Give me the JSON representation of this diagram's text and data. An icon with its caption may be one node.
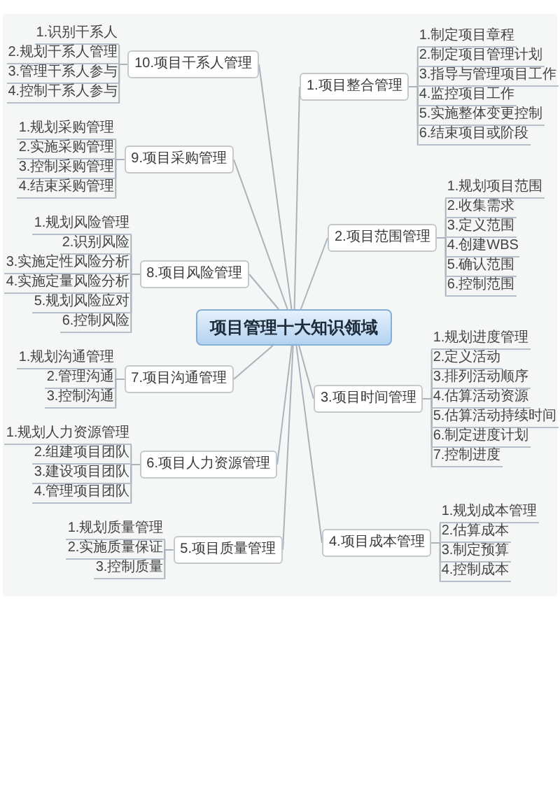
{
  "diagram": {
    "nodes": [
      {
        "text": [
          "项目管理十大知识领域"
        ]
      },
      {
        "text": [
          "1.项目整合管理"
        ]
      },
      {
        "text": [
          "1.制定项目章程"
        ]
      },
      {
        "text": [
          "2.制定项目管理计划"
        ]
      },
      {
        "text": [
          "3.指导与管理项目工作"
        ]
      },
      {
        "text": [
          "4.监控项目工作"
        ]
      },
      {
        "text": [
          "5.实施整体变更控制"
        ]
      },
      {
        "text": [
          "6.结束项目或阶段"
        ]
      },
      {
        "text": [
          "2.项目范围管理"
        ]
      },
      {
        "text": [
          "1.规划项目范围"
        ]
      },
      {
        "text": [
          "2.收集需求"
        ]
      },
      {
        "text": [
          "3.定义范围"
        ]
      },
      {
        "text": [
          "4.创建WBS"
        ]
      },
      {
        "text": [
          "5.确认范围"
        ]
      },
      {
        "text": [
          "6.控制范围"
        ]
      },
      {
        "text": [
          "3.项目时间管理"
        ]
      },
      {
        "text": [
          "1.规划进度管理"
        ]
      },
      {
        "text": [
          "2.定义活动"
        ]
      },
      {
        "text": [
          "3.排列活动顺序"
        ]
      },
      {
        "text": [
          "4.估算活动资源"
        ]
      },
      {
        "text": [
          "5.估算活动持续时间"
        ]
      },
      {
        "text": [
          "6.制定进度计划"
        ]
      },
      {
        "text": [
          "7.控制进度"
        ]
      },
      {
        "text": [
          "4.项目成本管理"
        ]
      },
      {
        "text": [
          "1.规划成本管理"
        ]
      },
      {
        "text": [
          "2.估算成本"
        ]
      },
      {
        "text": [
          "3.制定预算"
        ]
      },
      {
        "text": [
          "4.控制成本"
        ]
      },
      {
        "text": [
          "5.项目质量管理"
        ]
      },
      {
        "text": [
          "1.规划质量管理"
        ]
      },
      {
        "text": [
          "2.实施质量保证"
        ]
      },
      {
        "text": [
          "3.控制质量"
        ]
      },
      {
        "text": [
          "6.项目人力资源管理"
        ]
      },
      {
        "text": [
          "1.规划人力资源管理"
        ]
      },
      {
        "text": [
          "2.组建项目团队"
        ]
      },
      {
        "text": [
          "3.建设项目团队"
        ]
      },
      {
        "text": [
          "4.管理项目团队"
        ]
      },
      {
        "text": [
          "7.项目沟通管理"
        ]
      },
      {
        "text": [
          "1.规划沟通管理"
        ]
      },
      {
        "text": [
          "2.管理沟通"
        ]
      },
      {
        "text": [
          "3.控制沟通"
        ]
      },
      {
        "text": [
          "8.项目风险管理"
        ]
      },
      {
        "text": [
          "1.规划风险管理"
        ]
      },
      {
        "text": [
          "2.识别风险"
        ]
      },
      {
        "text": [
          "3.实施定性风险分析"
        ]
      },
      {
        "text": [
          "4.实施定量风险分析"
        ]
      },
      {
        "text": [
          "5.规划风险应对"
        ]
      },
      {
        "text": [
          "6.控制风险"
        ]
      },
      {
        "text": [
          "9.项目采购管理"
        ]
      },
      {
        "text": [
          "1.规划采购管理"
        ]
      },
      {
        "text": [
          "2.实施采购管理"
        ]
      },
      {
        "text": [
          "3.控制采购管理"
        ]
      },
      {
        "text": [
          "4.结束采购管理"
        ]
      },
      {
        "text": [
          "10.项目干系人管理"
        ]
      },
      {
        "text": [
          "1.识别干系人"
        ]
      },
      {
        "text": [
          "2.规划干系人管理"
        ]
      },
      {
        "text": [
          "3.管理干系人参与"
        ]
      },
      {
        "text": [
          "4.控制干系人参与"
        ]
      }
    ],
    "edges": [
      {
        "from": 0,
        "to": 1,
        "arrow": "none"
      },
      {
        "from": 1,
        "to": 2,
        "arrow": "none"
      },
      {
        "from": 1,
        "to": 3,
        "arrow": "none"
      },
      {
        "from": 1,
        "to": 4,
        "arrow": "none"
      },
      {
        "from": 1,
        "to": 5,
        "arrow": "none"
      },
      {
        "from": 1,
        "to": 6,
        "arrow": "none"
      },
      {
        "from": 1,
        "to": 7,
        "arrow": "none"
      },
      {
        "from": 0,
        "to": 8,
        "arrow": "none"
      },
      {
        "from": 8,
        "to": 9,
        "arrow": "none"
      },
      {
        "from": 8,
        "to": 10,
        "arrow": "none"
      },
      {
        "from": 8,
        "to": 11,
        "arrow": "none"
      },
      {
        "from": 8,
        "to": 12,
        "arrow": "none"
      },
      {
        "from": 8,
        "to": 13,
        "arrow": "none"
      },
      {
        "from": 8,
        "to": 14,
        "arrow": "none"
      },
      {
        "from": 0,
        "to": 15,
        "arrow": "none"
      },
      {
        "from": 15,
        "to": 16,
        "arrow": "none"
      },
      {
        "from": 15,
        "to": 17,
        "arrow": "none"
      },
      {
        "from": 15,
        "to": 18,
        "arrow": "none"
      },
      {
        "from": 15,
        "to": 19,
        "arrow": "none"
      },
      {
        "from": 15,
        "to": 20,
        "arrow": "none"
      },
      {
        "from": 15,
        "to": 21,
        "arrow": "none"
      },
      {
        "from": 15,
        "to": 22,
        "arrow": "none"
      },
      {
        "from": 0,
        "to": 23,
        "arrow": "none"
      },
      {
        "from": 23,
        "to": 24,
        "arrow": "none"
      },
      {
        "from": 23,
        "to": 25,
        "arrow": "none"
      },
      {
        "from": 23,
        "to": 26,
        "arrow": "none"
      },
      {
        "from": 23,
        "to": 27,
        "arrow": "none"
      },
      {
        "from": 0,
        "to": 28,
        "arrow": "none"
      },
      {
        "from": 28,
        "to": 29,
        "arrow": "none"
      },
      {
        "from": 28,
        "to": 30,
        "arrow": "none"
      },
      {
        "from": 28,
        "to": 31,
        "arrow": "none"
      },
      {
        "from": 0,
        "to": 32,
        "arrow": "none"
      },
      {
        "from": 32,
        "to": 33,
        "arrow": "none"
      },
      {
        "from": 32,
        "to": 34,
        "arrow": "none"
      },
      {
        "from": 32,
        "to": 35,
        "arrow": "none"
      },
      {
        "from": 32,
        "to": 36,
        "arrow": "none"
      },
      {
        "from": 0,
        "to": 37,
        "arrow": "none"
      },
      {
        "from": 37,
        "to": 38,
        "arrow": "none"
      },
      {
        "from": 37,
        "to": 39,
        "arrow": "none"
      },
      {
        "from": 37,
        "to": 40,
        "arrow": "none"
      },
      {
        "from": 0,
        "to": 41,
        "arrow": "none"
      },
      {
        "from": 41,
        "to": 42,
        "arrow": "none"
      },
      {
        "from": 41,
        "to": 43,
        "arrow": "none"
      },
      {
        "from": 41,
        "to": 44,
        "arrow": "none"
      },
      {
        "from": 41,
        "to": 45,
        "arrow": "none"
      },
      {
        "from": 41,
        "to": 46,
        "arrow": "none"
      },
      {
        "from": 41,
        "to": 47,
        "arrow": "none"
      },
      {
        "from": 0,
        "to": 48,
        "arrow": "none"
      },
      {
        "from": 48,
        "to": 49,
        "arrow": "none"
      },
      {
        "from": 48,
        "to": 50,
        "arrow": "none"
      },
      {
        "from": 48,
        "to": 51,
        "arrow": "none"
      },
      {
        "from": 48,
        "to": 52,
        "arrow": "none"
      },
      {
        "from": 0,
        "to": 53,
        "arrow": "none"
      },
      {
        "from": 53,
        "to": 54,
        "arrow": "none"
      },
      {
        "from": 53,
        "to": 55,
        "arrow": "none"
      },
      {
        "from": 53,
        "to": 56,
        "arrow": "none"
      },
      {
        "from": 53,
        "to": 57,
        "arrow": "none"
      }
    ]
  }
}
